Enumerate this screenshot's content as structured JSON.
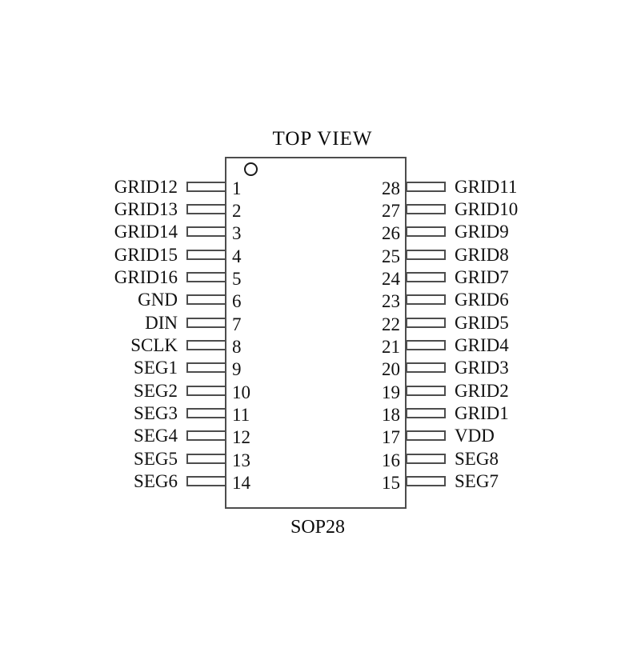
{
  "diagram": {
    "title": "TOP VIEW",
    "package": "SOP28",
    "pin_count": 28,
    "colors": {
      "background": "#ffffff",
      "line": "#4d4d4d",
      "text": "#111111"
    },
    "pins": {
      "left": [
        {
          "number": "1",
          "label": "GRID12"
        },
        {
          "number": "2",
          "label": "GRID13"
        },
        {
          "number": "3",
          "label": "GRID14"
        },
        {
          "number": "4",
          "label": "GRID15"
        },
        {
          "number": "5",
          "label": "GRID16"
        },
        {
          "number": "6",
          "label": "GND"
        },
        {
          "number": "7",
          "label": "DIN"
        },
        {
          "number": "8",
          "label": "SCLK"
        },
        {
          "number": "9",
          "label": "SEG1"
        },
        {
          "number": "10",
          "label": "SEG2"
        },
        {
          "number": "11",
          "label": "SEG3"
        },
        {
          "number": "12",
          "label": "SEG4"
        },
        {
          "number": "13",
          "label": "SEG5"
        },
        {
          "number": "14",
          "label": "SEG6"
        }
      ],
      "right": [
        {
          "number": "28",
          "label": "GRID11"
        },
        {
          "number": "27",
          "label": "GRID10"
        },
        {
          "number": "26",
          "label": "GRID9"
        },
        {
          "number": "25",
          "label": "GRID8"
        },
        {
          "number": "24",
          "label": "GRID7"
        },
        {
          "number": "23",
          "label": "GRID6"
        },
        {
          "number": "22",
          "label": "GRID5"
        },
        {
          "number": "21",
          "label": "GRID4"
        },
        {
          "number": "20",
          "label": "GRID3"
        },
        {
          "number": "19",
          "label": "GRID2"
        },
        {
          "number": "18",
          "label": "GRID1"
        },
        {
          "number": "17",
          "label": "VDD"
        },
        {
          "number": "16",
          "label": "SEG8"
        },
        {
          "number": "15",
          "label": "SEG7"
        }
      ]
    }
  }
}
